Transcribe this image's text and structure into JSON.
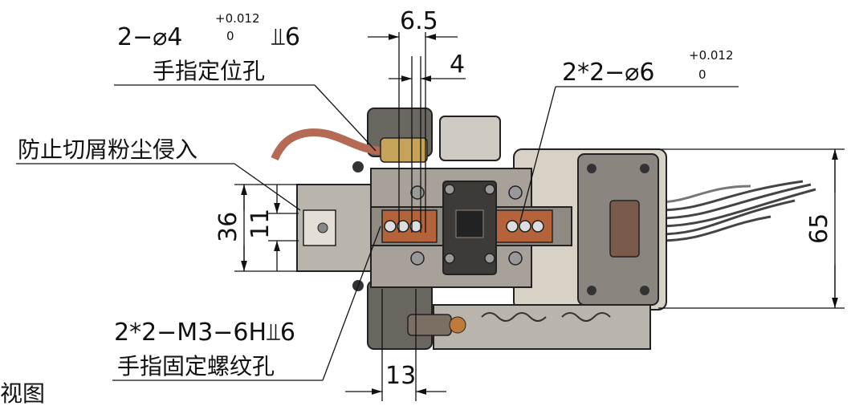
{
  "colors": {
    "line": "#111111",
    "body_metal": "#b9b4ac",
    "body_dark": "#5a5650",
    "plate": "#8f8a82",
    "copper": "#b4633b",
    "brass": "#c7a25a",
    "connector": "#7a5a4a",
    "cable": "#b56a55",
    "housing": "#d8d2c6"
  },
  "callouts": {
    "top_hole_dim": "2−⌀4",
    "top_hole_tol_upper": "+0.012",
    "top_hole_tol_lower": "0",
    "top_hole_depth": "⫫6",
    "top_hole_desc": "手指定位孔",
    "right_hole_dim": "2*2−⌀6",
    "right_hole_tol_upper": "+0.012",
    "right_hole_tol_lower": "0",
    "dust_desc": "防止切屑粉尘侵入",
    "bottom_thread_dim": "2*2−M3−6H⫫6",
    "bottom_thread_desc": "手指固定螺纹孔",
    "corner_text": "俯视图"
  },
  "dimensions": {
    "top_width_a": "6.5",
    "top_width_b": "4",
    "left_height_a": "36",
    "left_height_b": "11",
    "right_height": "65",
    "bottom_width": "13"
  },
  "icons": {
    "depth": "depth-symbol-icon",
    "diameter": "diameter-symbol-icon"
  }
}
